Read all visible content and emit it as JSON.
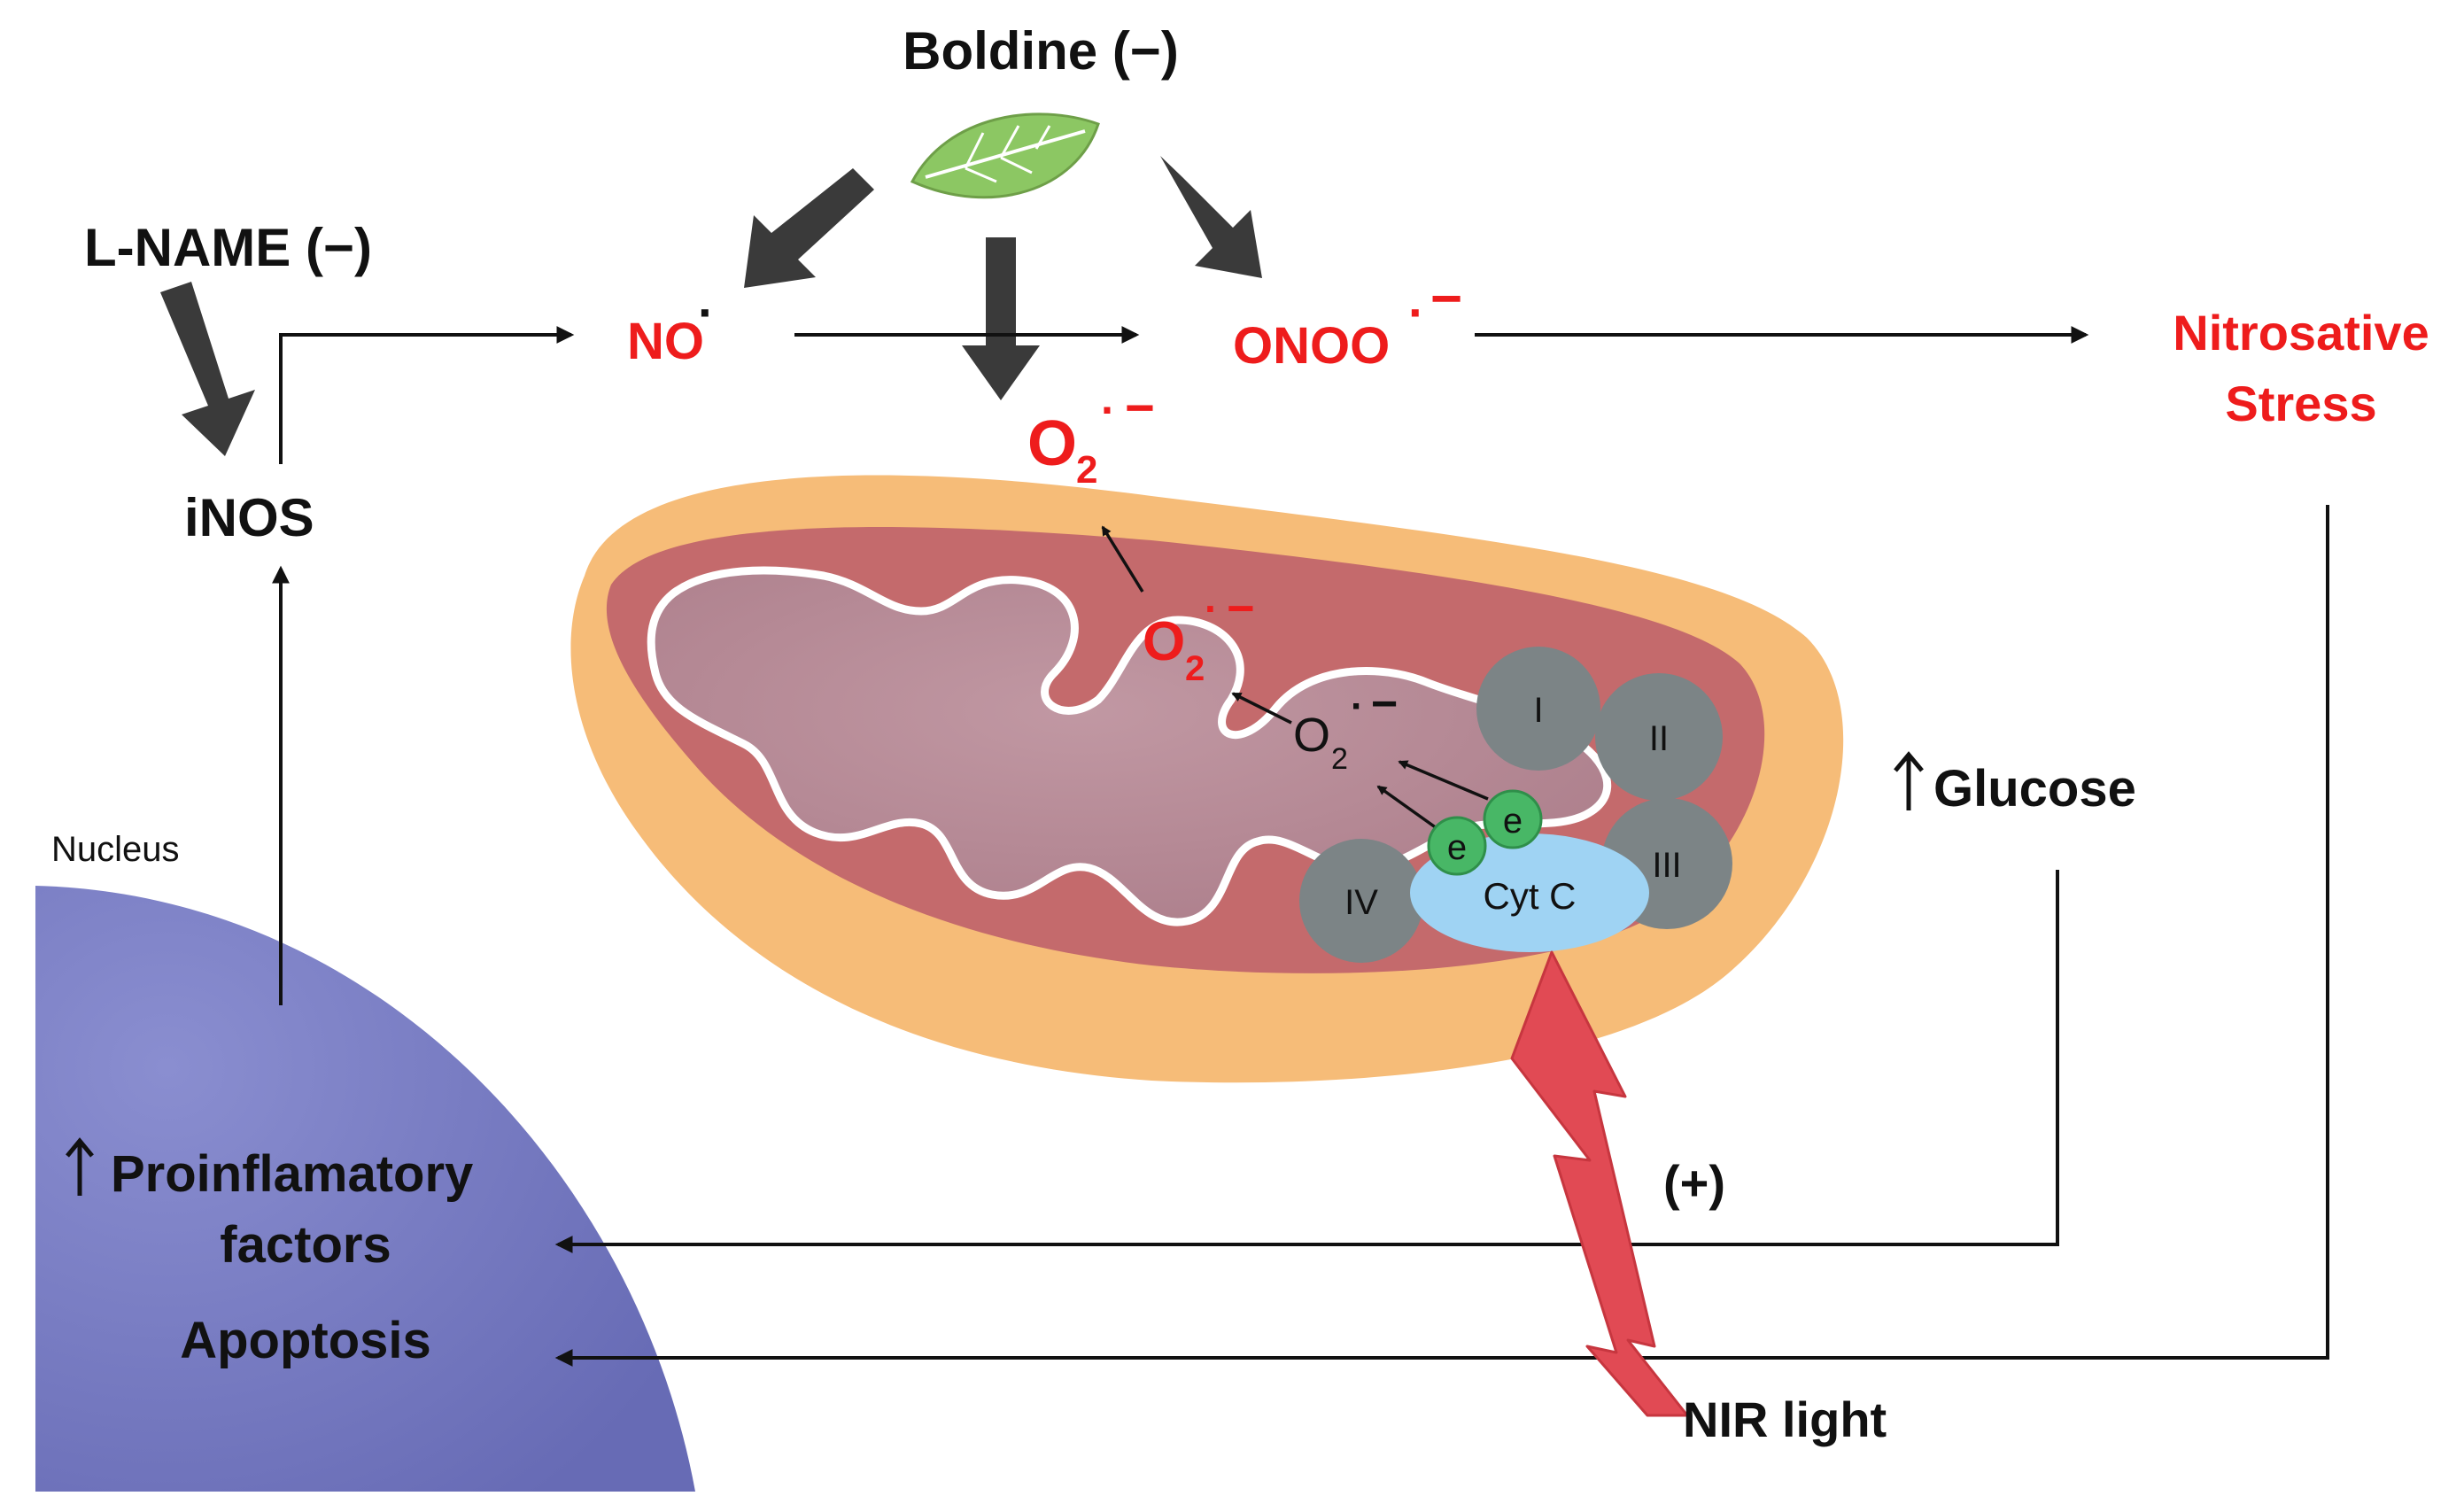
{
  "labels": {
    "boldine": "Boldine (−)",
    "lname": "L-NAME (−)",
    "inos": "iNOS",
    "no": "NO",
    "onoo": "ONOO",
    "nitrosative_line1": "Nitrosative",
    "nitrosative_line2": "Stress",
    "glucose": "Glucose",
    "nucleus": "Nucleus",
    "proinflam_line1": "Proinflamatory",
    "proinflam_line2": "factors",
    "apoptosis": "Apoptosis",
    "nir": "NIR light",
    "plus": "(+)",
    "o2_base": "O",
    "o2_sub": "2",
    "radical_dot": "·",
    "minus": "−",
    "complex_1": "I",
    "complex_2": "II",
    "complex_3": "III",
    "complex_4": "IV",
    "cytc": "Cyt C",
    "electron": "e"
  },
  "colors": {
    "red_text": "#ee1c1c",
    "black_text": "#111111",
    "nucleus_fill": "#7478bf",
    "mito_outer": "#f7bf7d",
    "mito_inner": "#c96a6e",
    "matrix": "#b6838f",
    "complex_gray": "#7c8486",
    "cytc_blue": "#9fd3f3",
    "electron_green": "#48b766",
    "leaf_green": "#8cc763",
    "nir_bolt": "#e24d56",
    "thick_arrow": "#3a3a3a"
  }
}
